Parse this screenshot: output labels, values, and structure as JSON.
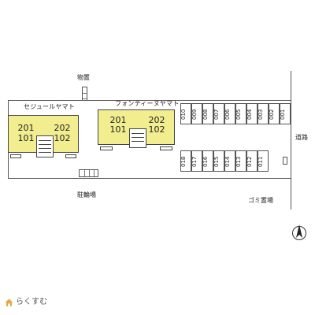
{
  "buildings": [
    {
      "name": "セジュールヤマト",
      "units_top": [
        "201",
        "202"
      ],
      "units_bottom": [
        "101",
        "102"
      ]
    },
    {
      "name": "フォンティーヌヤマト",
      "units_top": [
        "201",
        "202"
      ],
      "units_bottom": [
        "101",
        "102"
      ]
    }
  ],
  "labels": {
    "storage": "物置",
    "bike_parking": "駐輪場",
    "garbage": "ゴミ置場",
    "road": "道路"
  },
  "parking_top": [
    "010",
    "009",
    "008",
    "007",
    "006",
    "005",
    "004",
    "003",
    "002",
    "001"
  ],
  "parking_bottom": [
    "018",
    "017",
    "016",
    "015",
    "014",
    "013",
    "012",
    "011"
  ],
  "compass": "N",
  "logo": "らくすむ",
  "colors": {
    "building_fill": "#f2ee8f",
    "outline": "#444444"
  }
}
